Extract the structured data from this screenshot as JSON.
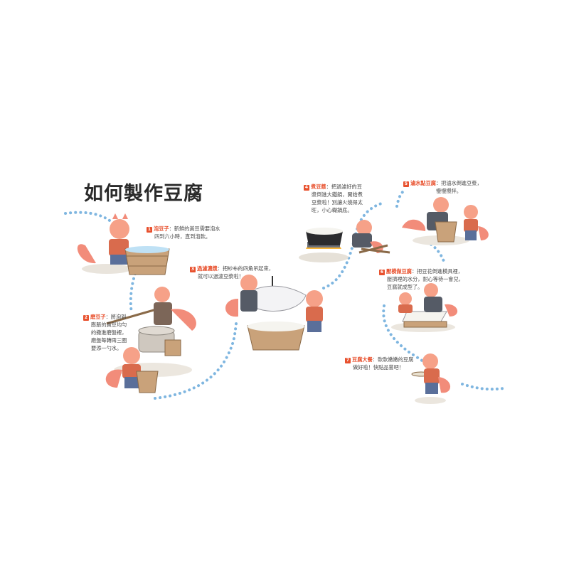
{
  "title": "如何製作豆腐",
  "accent_color": "#e8512e",
  "path_color": "#7fb6e0",
  "steps": [
    {
      "number": "1",
      "name": "泡豆子",
      "lines": [
        "：新鮮的黃豆需要泡水",
        "四到六小時，直到泡軟。"
      ]
    },
    {
      "number": "2",
      "name": "磨豆子",
      "lines": [
        "：將泡到",
        "膨脹的黃豆均勻",
        "的撒進磨盤裡，",
        "磨盤每轉兩三圈",
        "要添一勺水。"
      ]
    },
    {
      "number": "3",
      "name": "過濾濃漿",
      "lines": [
        "：把紗布的四角吊起來，",
        "就可以過濾豆漿啦！"
      ]
    },
    {
      "number": "4",
      "name": "煮豆漿",
      "lines": [
        "：把過濾好的豆",
        "漿倒進大鐵鍋，開始煮",
        "豆漿啦！別讓火燒得太",
        "旺，小心糊鍋底。"
      ]
    },
    {
      "number": "5",
      "name": "滷水點豆腐",
      "lines": [
        "：把滷水倒進豆漿，",
        "慢慢攪拌。"
      ]
    },
    {
      "number": "6",
      "name": "壓模做豆腐",
      "lines": [
        "：把豆花倒進模具裡，",
        "壓擠裡的水分，耐心等待一會兒，",
        "豆腐就成型了。"
      ]
    },
    {
      "number": "7",
      "name": "豆腐大餐",
      "lines": [
        "：軟軟嫩嫩的豆腐",
        "做好啦！快點品嘗吧！"
      ]
    }
  ]
}
